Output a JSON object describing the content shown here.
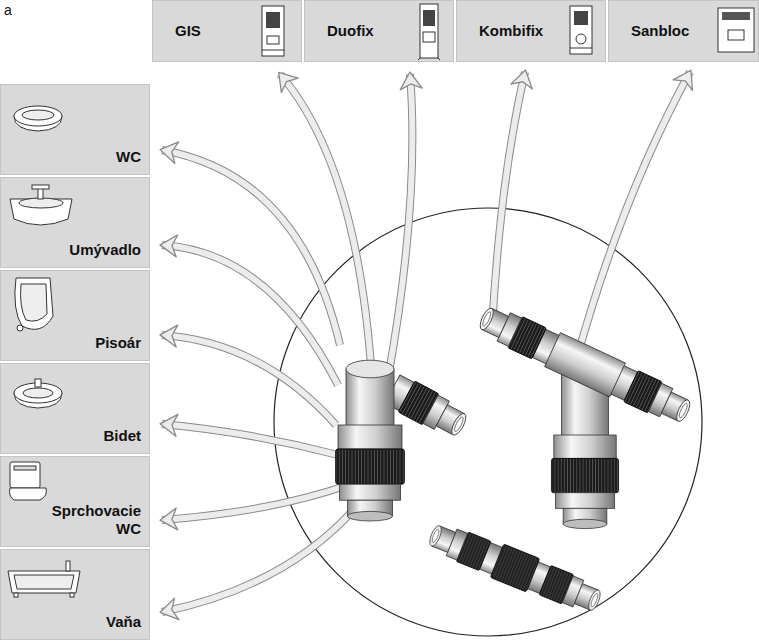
{
  "diagram": {
    "nodes": [
      {
        "text": [
          "GIS"
        ]
      },
      {
        "text": [
          "Duofix"
        ]
      },
      {
        "text": [
          "Kombifix"
        ]
      },
      {
        "text": [
          "Sanbloc"
        ]
      },
      {
        "text": [
          "WC"
        ]
      },
      {
        "text": [
          "Umývadlo"
        ]
      },
      {
        "text": [
          "Pisoár"
        ]
      },
      {
        "text": [
          "Bidet"
        ]
      },
      {
        "text": [
          "Sprchovacie WC"
        ]
      },
      {
        "text": [
          "Vaňa"
        ]
      }
    ],
    "labels": [
      "a"
    ]
  }
}
